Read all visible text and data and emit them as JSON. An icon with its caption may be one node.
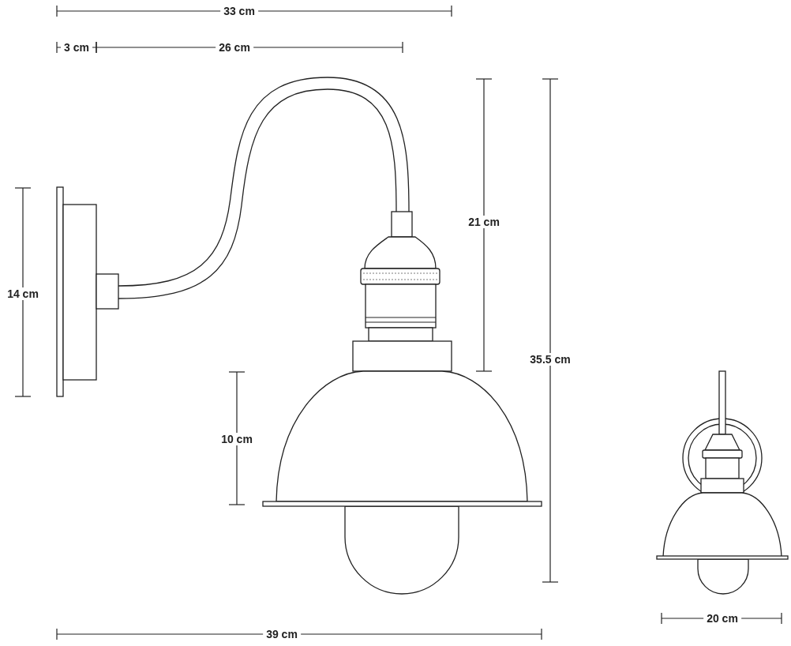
{
  "diagram": {
    "labels": [
      "33 cm",
      "3 cm",
      "26 cm",
      "21 cm",
      "14 cm",
      "35.5 cm",
      "10 cm",
      "39 cm",
      "20 cm"
    ]
  }
}
